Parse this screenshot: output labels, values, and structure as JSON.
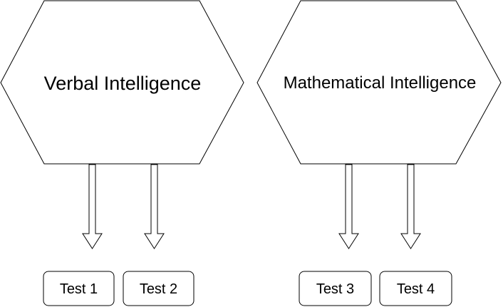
{
  "diagram": {
    "hexagons": [
      {
        "label": "Verbal Intelligence"
      },
      {
        "label": "Mathematical Intelligence"
      }
    ],
    "tests": [
      {
        "label": "Test 1"
      },
      {
        "label": "Test 2"
      },
      {
        "label": "Test 3"
      },
      {
        "label": "Test 4"
      }
    ],
    "colors": {
      "stroke": "#000000",
      "fill": "#ffffff"
    }
  }
}
